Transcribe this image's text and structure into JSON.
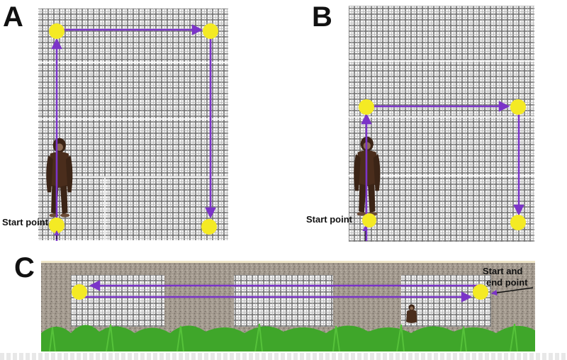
{
  "panels": {
    "a": {
      "letter": "A",
      "start_label": "Start point"
    },
    "b": {
      "letter": "B",
      "start_label": "Start point"
    },
    "c": {
      "letter": "C",
      "start_end_line1": "Start and",
      "start_end_line2": "end point"
    }
  },
  "colors": {
    "path": "#7b34c8",
    "waypoint": "#f4ea24",
    "mesh": "#6f6f6f",
    "ground": "#9e9387",
    "grass": "#3fa62a",
    "chimp": "#4a2d1c"
  }
}
